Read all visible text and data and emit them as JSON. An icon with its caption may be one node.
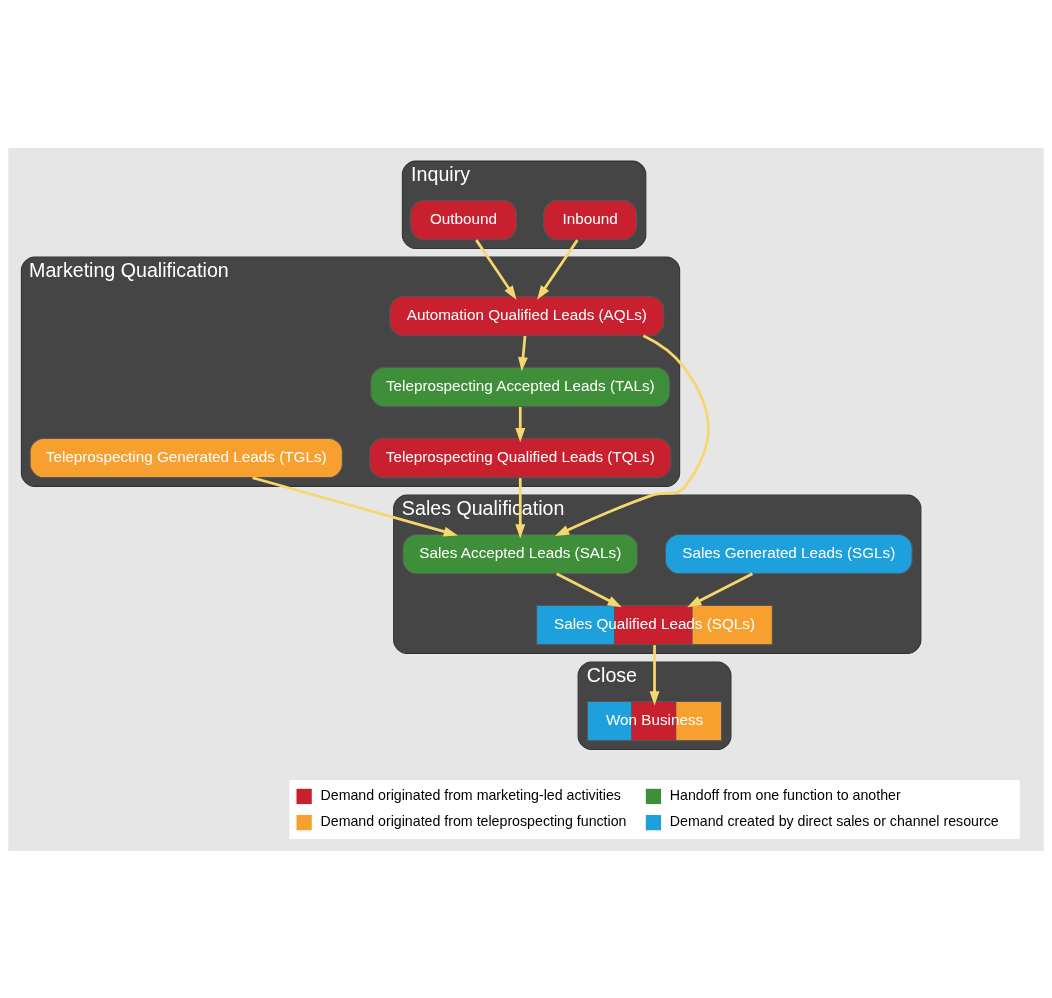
{
  "diagram": {
    "nodes": [
      {
        "text": [
          "Inquiry"
        ]
      },
      {
        "text": [
          "Inbound"
        ],
        "in": 0
      },
      {
        "text": [
          "Outbound"
        ],
        "in": 0
      },
      {
        "text": [
          "Marketing Qualification"
        ]
      },
      {
        "text": [
          "Automation Qualified Leads (AQLs)"
        ],
        "in": 3
      },
      {
        "text": [
          "Teleprospecting Accepted Leads (TALs)"
        ],
        "in": 3
      },
      {
        "text": [
          "Teleprospecting Qualified Leads (TQLs)"
        ],
        "in": 3
      },
      {
        "text": [
          "Teleprospecting Generated Leads (TGLs)"
        ],
        "in": 3
      },
      {
        "text": [
          "Sales Qualification"
        ]
      },
      {
        "text": [
          "Sales Generated Leads (SGLs)"
        ],
        "in": 8
      },
      {
        "text": [
          "Sales Accepted Leads (SALs)"
        ],
        "in": 8
      },
      {
        "text": [
          "Sales Qualified Leads (SQLs)"
        ],
        "in": 8
      },
      {
        "text": [
          "Close"
        ]
      },
      {
        "text": [
          "Won Business"
        ],
        "in": 12
      }
    ],
    "edges": [
      {
        "from": 1,
        "to": 4,
        "arrow": "to"
      },
      {
        "from": 2,
        "to": 4,
        "arrow": "to"
      },
      {
        "from": 4,
        "to": 5,
        "arrow": "to"
      },
      {
        "from": 5,
        "to": 6,
        "arrow": "to"
      },
      {
        "from": 4,
        "to": 10,
        "arrow": "to"
      },
      {
        "from": 6,
        "to": 10,
        "arrow": "to"
      },
      {
        "from": 7,
        "to": 10,
        "arrow": "to"
      },
      {
        "from": 9,
        "to": 11,
        "arrow": "to"
      },
      {
        "from": 10,
        "to": 11,
        "arrow": "to"
      },
      {
        "from": 11,
        "to": 13,
        "arrow": "to"
      }
    ],
    "legend": [
      {
        "text": "Demand originated from marketing-led activities",
        "color": "#c8202e"
      },
      {
        "text": "Handoff from one function to another",
        "color": "#3f8f3a"
      },
      {
        "text": "Demand originated from teleprospecting function",
        "color": "#f7a030"
      },
      {
        "text": "Demand created by direct sales or channel resource",
        "color": "#1ea0dc"
      }
    ]
  }
}
